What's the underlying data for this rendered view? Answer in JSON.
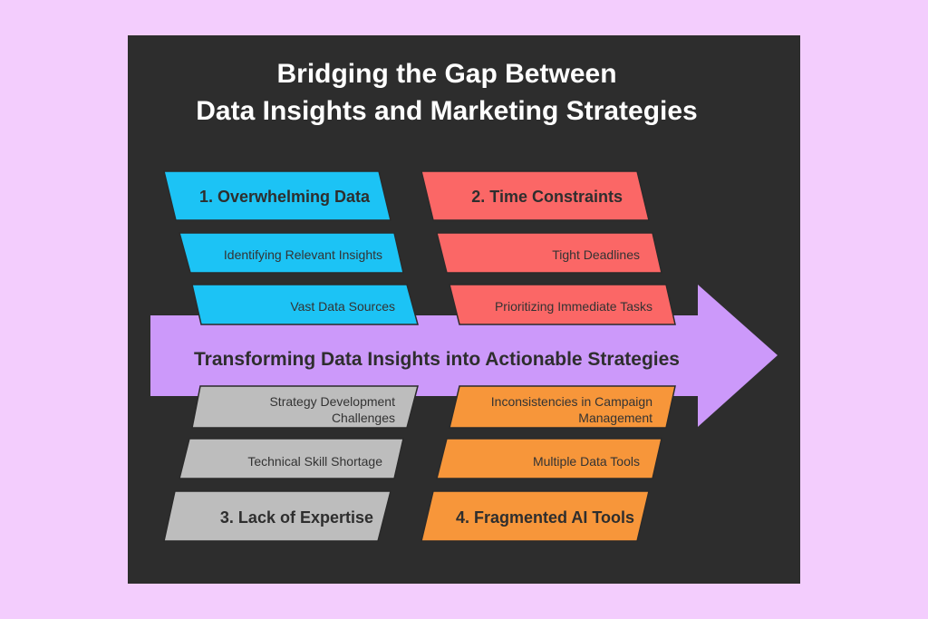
{
  "title": {
    "line1": "Bridging the Gap Between",
    "line2": "Data Insights and Marketing Strategies"
  },
  "central_arrow": {
    "label": "Transforming Data Insights into Actionable Strategies",
    "color": "#cc99fa"
  },
  "categories": [
    {
      "heading": "1. Overwhelming Data",
      "color": "#1cc3f5",
      "items": [
        "Identifying Relevant Insights",
        "Vast Data Sources"
      ]
    },
    {
      "heading": "2. Time Constraints",
      "color": "#fb6766",
      "items": [
        "Tight Deadlines",
        "Prioritizing Immediate Tasks"
      ]
    },
    {
      "heading": "3. Lack of Expertise",
      "color": "#bdbdbd",
      "items": [
        [
          "Strategy Development",
          "Challenges"
        ],
        "Technical Skill Shortage"
      ]
    },
    {
      "heading": "4. Fragmented AI Tools",
      "color": "#f7963a",
      "items": [
        [
          "Inconsistencies in Campaign",
          "Management"
        ],
        "Multiple Data Tools"
      ]
    }
  ],
  "colors": {
    "background": "#f3cdfd",
    "panel": "#2d2d2d"
  }
}
